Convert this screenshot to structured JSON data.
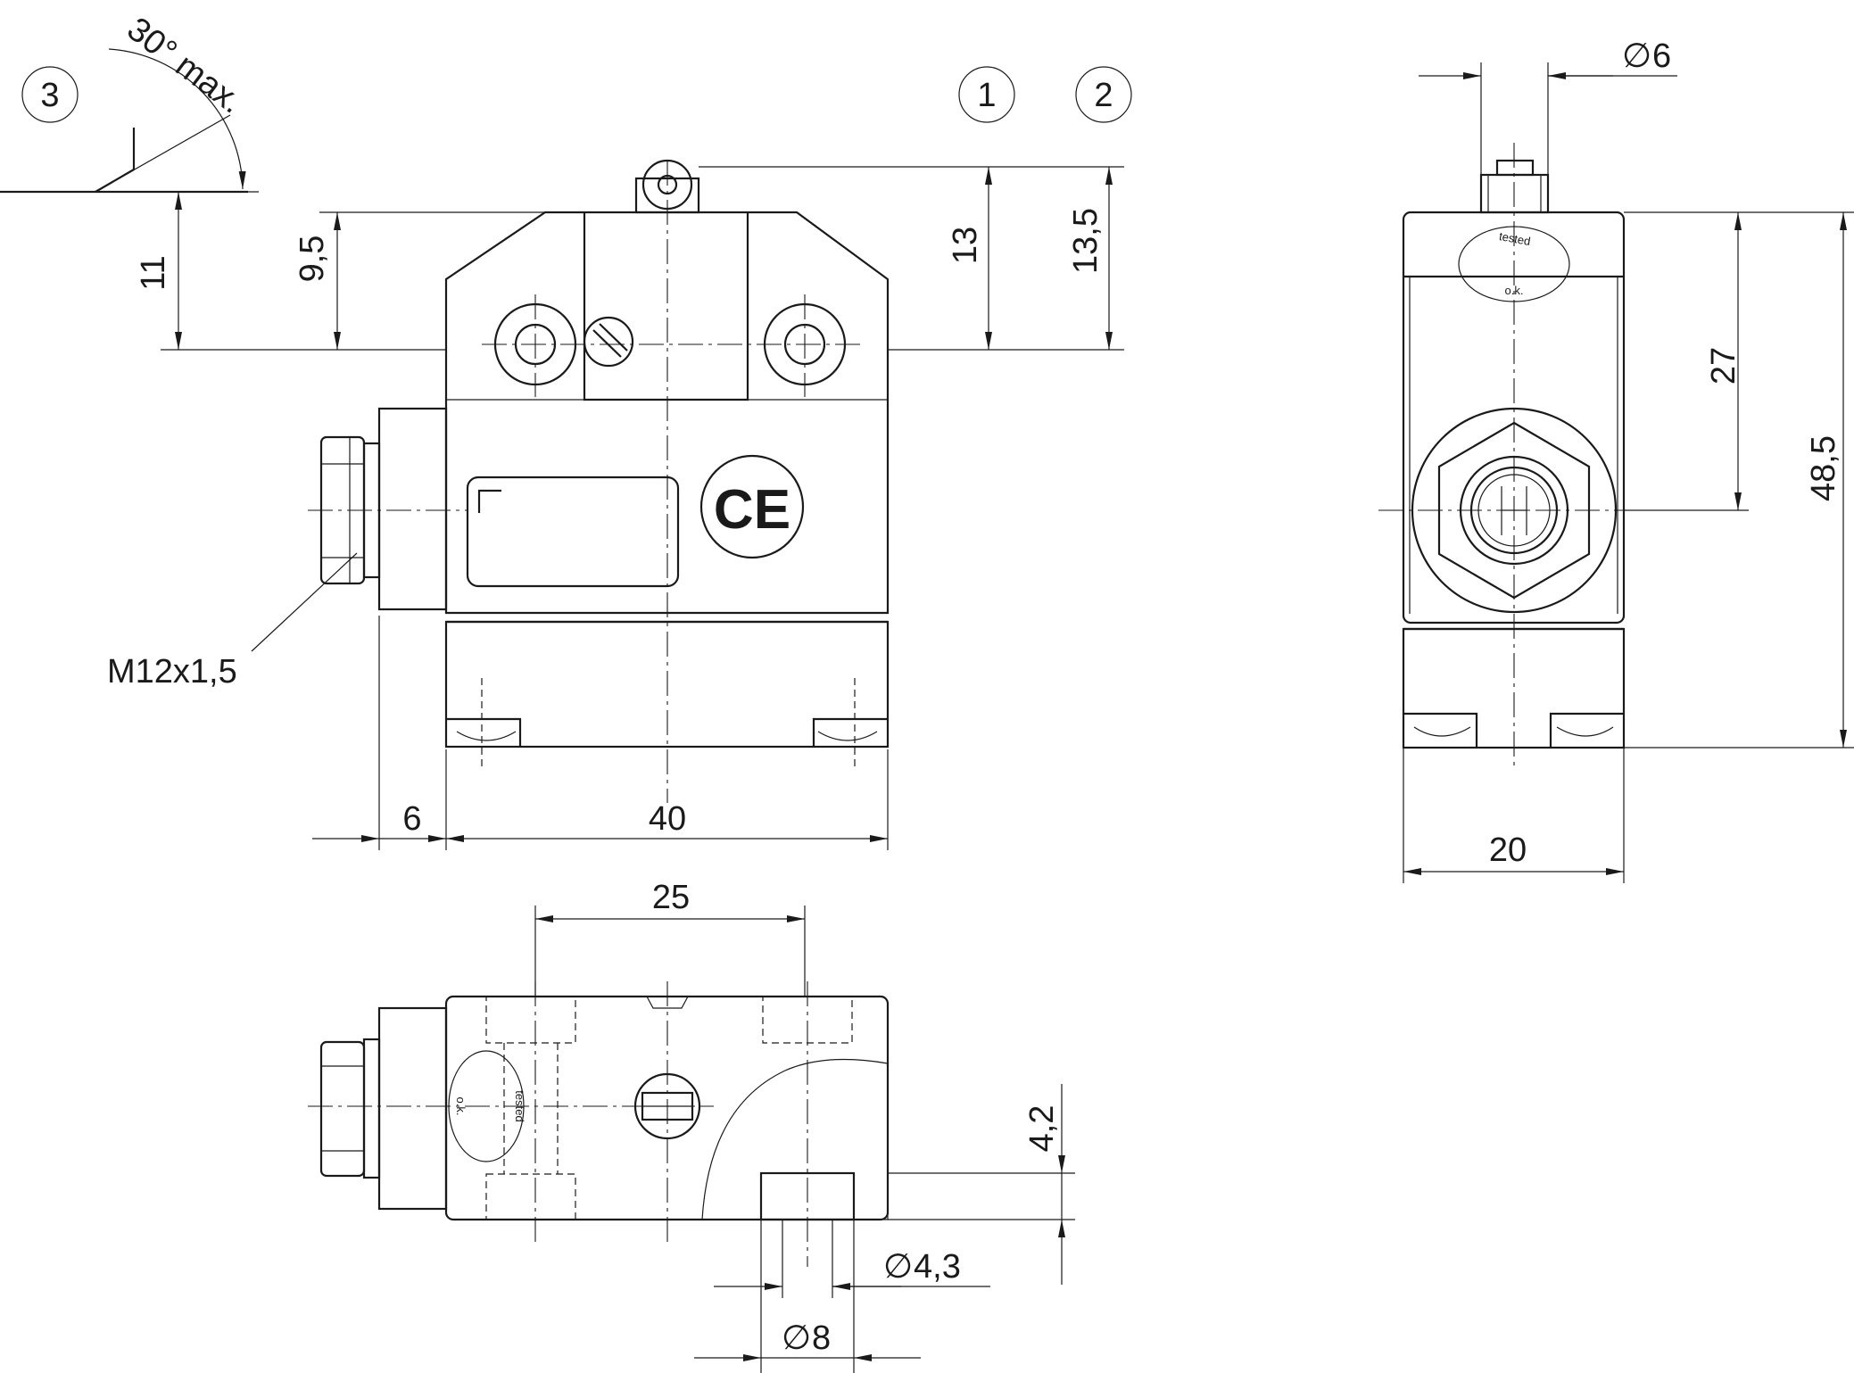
{
  "callouts": {
    "c1": "1",
    "c2": "2",
    "c3": "3"
  },
  "angle_label": "30° max.",
  "thread_label": "M12x1,5",
  "dims": {
    "d11": "11",
    "d9_5": "9,5",
    "d13": "13",
    "d13_5": "13,5",
    "d6": "6",
    "d40": "40",
    "phi6": "6",
    "d27": "27",
    "d48_5": "48,5",
    "d20": "20",
    "d25": "25",
    "d4_2": "4,2",
    "phi4_3": "4,3",
    "phi8": "8"
  },
  "marks": {
    "ce": "CE",
    "tested": "tested",
    "ok": "o.k."
  },
  "icons": [
    "diameter-symbol",
    "ce-mark",
    "hex-nut",
    "roller-plunger"
  ]
}
